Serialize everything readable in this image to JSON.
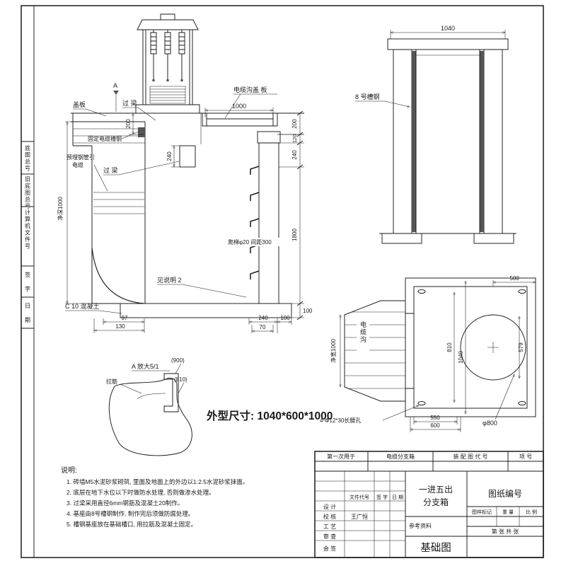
{
  "strip": {
    "f1": "底图总号",
    "f2": "旧底图总号",
    "f3": "计算机文件号",
    "f4": "签 字",
    "f5": "日 期"
  },
  "section": {
    "lbl_cover": "盖板",
    "lbl_lintel1": "过 梁",
    "lbl_a": "A",
    "lbl_trench_cover": "电缆沟盖 板",
    "lbl_fix_channel": "固定电缆槽钢",
    "lbl_pipe1": "预埋钢管引",
    "lbl_pipe2": "电缆",
    "lbl_net_depth": "净深1000",
    "lbl_lintel2": "过 梁",
    "lbl_ladder": "爬梯φ20  间距300",
    "lbl_see_note": "见说明 2",
    "lbl_concrete": "C 10 混凝土",
    "d_1000": "1000",
    "d_200l": "200",
    "d_240l": "240",
    "d_200r": "200",
    "d_120": "120",
    "d_240r": "240",
    "d_1800": "1800",
    "d_100r": "100",
    "d_97": "97",
    "d_130": "130",
    "d_240b": "240",
    "d_100b": "100",
    "d_70": "70"
  },
  "front": {
    "d_1040": "1040",
    "lbl_channel": "8 号槽钢"
  },
  "plan": {
    "lbl_trench": "电缆沟",
    "lbl_net_width": "净宽1000",
    "d_500": "500",
    "d_810": "810",
    "d_1040": "1040",
    "d_579": "579",
    "d_phi800": "φ800",
    "d_550": "550",
    "d_600": "600",
    "lbl_slots": "4-Φ12*30长腰孔"
  },
  "detail": {
    "title": "A 放大5/1",
    "lbl_tie": "拉筋",
    "d_900": "(900)",
    "d_810": "(810)"
  },
  "outline_size": "外型尺寸: 1040*600*1000",
  "notes": {
    "title": "说明:",
    "n1": "1. 砖墙M5水泥砂浆砌筑, 里面及地面上的外边以1:2.5水泥砂浆抹面。",
    "n2": "2. 底层在地下水位以下时做防水处理, 否则做渗水处理。",
    "n3": "3. 过梁采用直径6mm钢筋及混凝土20制作。",
    "n4": "4. 基座由8号槽钢制作, 制作完后须做防腐处理。",
    "n5": "5. 槽钢基座放在基础槽口, 用拉筋及混凝土固定。"
  },
  "tb": {
    "first_use": "第一次用于",
    "product": "电缆分支箱",
    "asm_code": "装 配 图 代 号",
    "item": "项 号",
    "doc_code": "文件代号",
    "sign": "签 字",
    "date": "日 期",
    "name1": "一进五出",
    "name2": "分支箱",
    "dwg_no": "图纸编号",
    "mark": "图样标记",
    "weight": "重 量",
    "scale": "比 例",
    "design": "设 计",
    "check": "校 核",
    "checker": "王广恒",
    "craft": "工 艺",
    "review": "审 查",
    "countersign": "会 签",
    "ref": "参考资料",
    "sheet_no": "第    张  共    张",
    "title": "基础图"
  }
}
